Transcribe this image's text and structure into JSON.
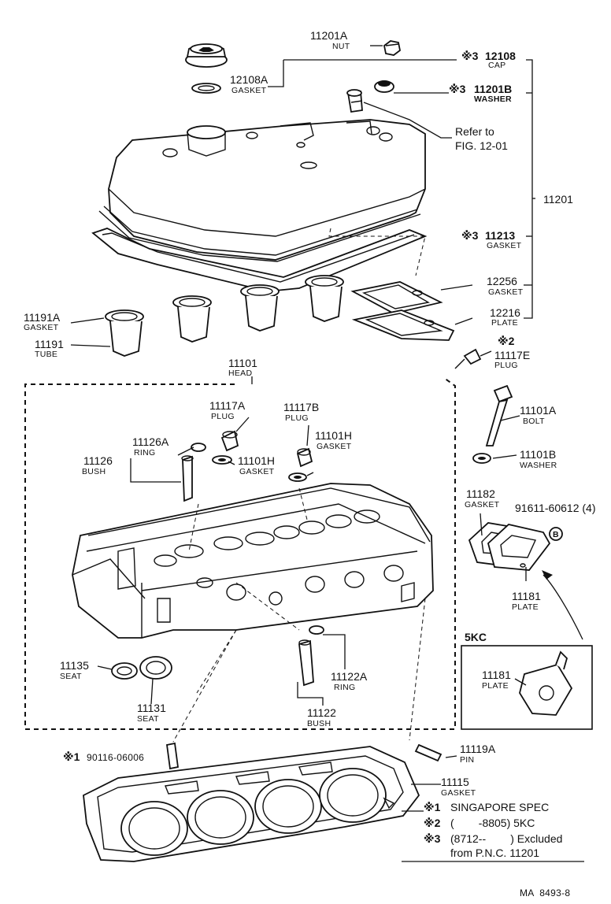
{
  "labels": {
    "nut": {
      "pn": "11201A",
      "name": "NUT"
    },
    "cap": {
      "mark": "※3",
      "pn": "12108",
      "name": "CAP"
    },
    "gasket_cap": {
      "pn": "12108A",
      "name": "GASKET"
    },
    "washer_b": {
      "mark": "※3",
      "pn": "11201B",
      "name": "WASHER"
    },
    "refer": {
      "line1": "Refer to",
      "line2": "FIG. 12-01"
    },
    "cover": {
      "pn": "11201"
    },
    "gasket_cover": {
      "mark": "※3",
      "pn": "11213",
      "name": "GASKET"
    },
    "gasket_12256": {
      "pn": "12256",
      "name": "GASKET"
    },
    "plate_12216": {
      "pn": "12216",
      "name": "PLATE"
    },
    "gasket_tube": {
      "pn": "11191A",
      "name": "GASKET"
    },
    "tube": {
      "pn": "11191",
      "name": "TUBE"
    },
    "plug_e": {
      "mark": "※2",
      "pn": "11117E",
      "name": "PLUG"
    },
    "head": {
      "pn": "11101",
      "name": "HEAD"
    },
    "plug_a": {
      "pn": "11117A",
      "name": "PLUG"
    },
    "plug_b": {
      "pn": "11117B",
      "name": "PLUG"
    },
    "ring_a": {
      "pn": "11126A",
      "name": "RING"
    },
    "bush": {
      "pn": "11126",
      "name": "BUSH"
    },
    "gasket_h1": {
      "pn": "11101H",
      "name": "GASKET"
    },
    "gasket_h2": {
      "pn": "11101H",
      "name": "GASKET"
    },
    "bolt": {
      "pn": "11101A",
      "name": "BOLT"
    },
    "washer_h": {
      "pn": "11101B",
      "name": "WASHER"
    },
    "gasket_11182": {
      "pn": "11182",
      "name": "GASKET"
    },
    "bolt_91611": {
      "pn": "91611-60612 (4)",
      "mark": "B"
    },
    "plate_11181": {
      "pn": "11181",
      "name": "PLATE"
    },
    "plate_5kc": {
      "pn": "11181",
      "name": "PLATE"
    },
    "seat_11135": {
      "pn": "11135",
      "name": "SEAT"
    },
    "seat_11131": {
      "pn": "11131",
      "name": "SEAT"
    },
    "ring_122a": {
      "pn": "11122A",
      "name": "RING"
    },
    "bush_122": {
      "pn": "11122",
      "name": "BUSH"
    },
    "stud": {
      "mark": "※1",
      "pn": "90116-06006"
    },
    "pin": {
      "pn": "11119A",
      "name": "PIN"
    },
    "head_gasket": {
      "pn": "11115",
      "name": "GASKET"
    }
  },
  "inset": {
    "title": "5KC"
  },
  "notes": [
    {
      "mark": "※1",
      "text": "SINGAPORE  SPEC"
    },
    {
      "mark": "※2",
      "text": "(        -8805) 5KC"
    },
    {
      "mark": "※3",
      "text": "(8712--        ) Excluded"
    },
    {
      "mark": "",
      "text": "from P.N.C. 11201"
    }
  ],
  "code": "MA  8493-8"
}
